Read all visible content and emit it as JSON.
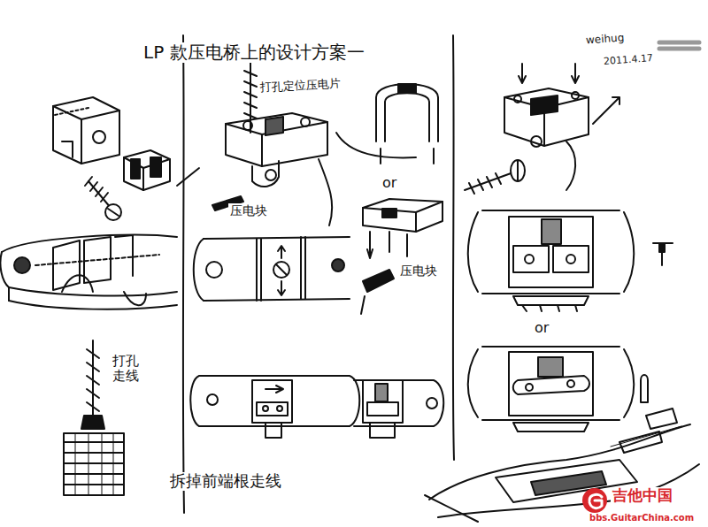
{
  "diagram": {
    "title": "LP 款压电桥上的设计方案一",
    "labels": [
      "打孔定位压电片",
      "压电块",
      "or",
      "压电块",
      "or",
      "打孔走线",
      "拆掉前端根走线",
      "weihug",
      "2011.4.17",
      "吉他中国",
      "bbs.GuitarChina.com"
    ]
  }
}
